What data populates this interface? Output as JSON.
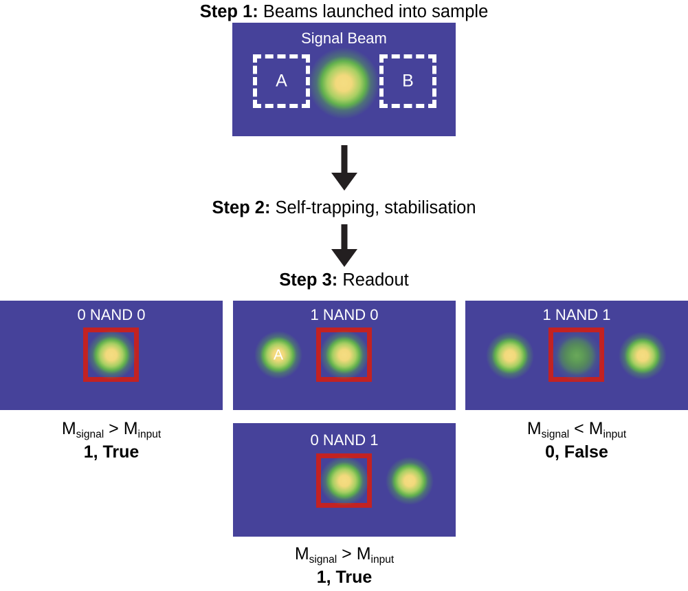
{
  "figure": {
    "type": "optical-NAND-gate-schematic",
    "colors": {
      "sample_background": "#46429A",
      "readout_box": "#C32222",
      "input_box": "#FFFFFF",
      "beam_core": "#F2D97C",
      "beam_ring": "#62B14E",
      "arrow": "#231F20"
    }
  },
  "steps": [
    {
      "lead": "Step 1:",
      "text": " Beams launched into sample"
    },
    {
      "lead": "Step 2:",
      "text": " Self-trapping, stabilisation"
    },
    {
      "lead": "Step 3:",
      "text": " Readout"
    }
  ],
  "step1_panel": {
    "title": "Signal Beam",
    "input_boxes": [
      {
        "label": "A"
      },
      {
        "label": "B"
      }
    ],
    "beams": [
      {
        "label": "",
        "state": "bright"
      }
    ]
  },
  "readout_panels": [
    {
      "title": "0 NAND 0",
      "spots": [
        {
          "label": "",
          "state": "bright",
          "in_readout_box": true
        }
      ],
      "caption": {
        "expr_left": "M",
        "expr_left_sub": "signal",
        "operator": ">",
        "expr_right": "M",
        "expr_right_sub": "input",
        "verdict": "1, True"
      }
    },
    {
      "title": "1 NAND 0",
      "spots": [
        {
          "label": "A",
          "state": "bright",
          "in_readout_box": false
        },
        {
          "label": "",
          "state": "bright",
          "in_readout_box": true
        }
      ],
      "caption": null
    },
    {
      "title": "1 NAND 1",
      "spots": [
        {
          "label": "",
          "state": "bright",
          "in_readout_box": false
        },
        {
          "label": "",
          "state": "dim",
          "in_readout_box": true
        },
        {
          "label": "",
          "state": "bright",
          "in_readout_box": false
        }
      ],
      "caption": {
        "expr_left": "M",
        "expr_left_sub": "signal",
        "operator": "<",
        "expr_right": "M",
        "expr_right_sub": "input",
        "verdict": "0, False"
      }
    },
    {
      "title": "0 NAND 1",
      "spots": [
        {
          "label": "",
          "state": "bright",
          "in_readout_box": true
        },
        {
          "label": "",
          "state": "bright",
          "in_readout_box": false
        }
      ],
      "caption": {
        "expr_left": "M",
        "expr_left_sub": "signal",
        "operator": ">",
        "expr_right": "M",
        "expr_right_sub": "input",
        "verdict": "1, True"
      }
    }
  ]
}
